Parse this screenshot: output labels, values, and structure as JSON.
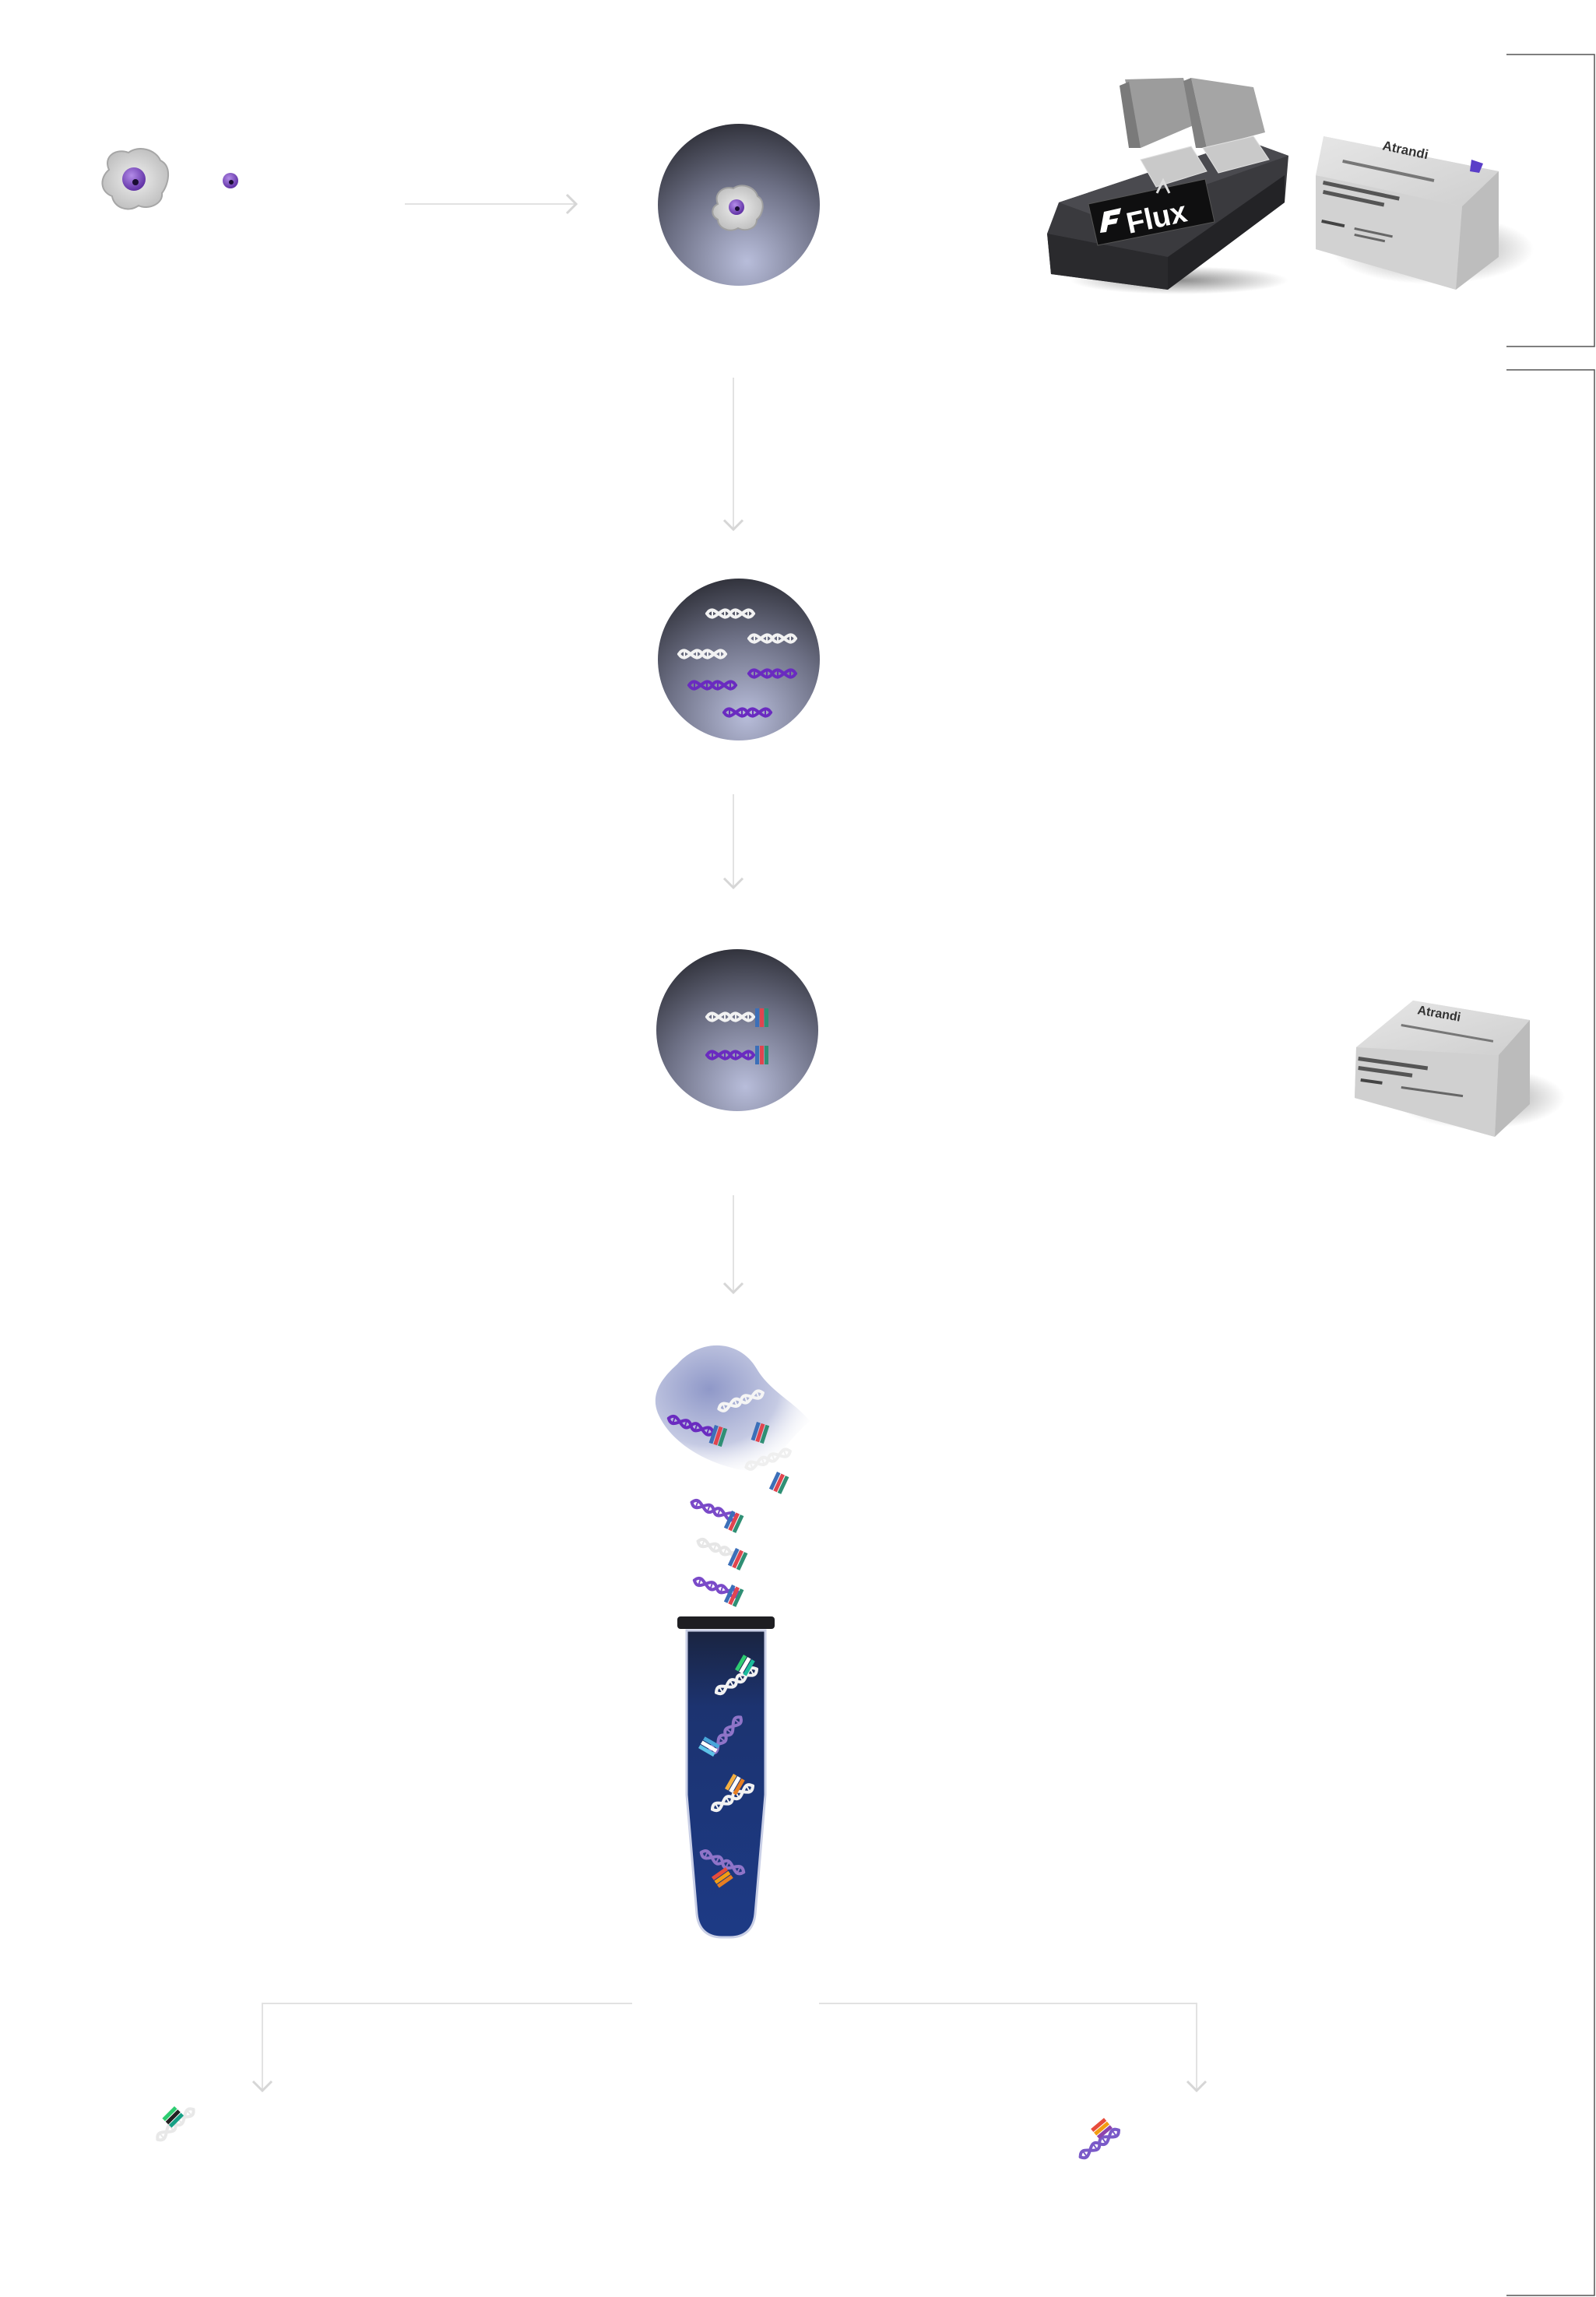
{
  "devices": {
    "flux_instrument": {
      "brand_text": "Flux"
    },
    "kit_box_1": {
      "brand": "Atrandi"
    },
    "kit_box_2": {
      "brand": "Atrandi"
    }
  },
  "colors": {
    "purple": "#6b2fb3",
    "tube_blue": "#1b3a7a",
    "arrow_gray": "#dddddd",
    "bracket_gray": "#555555"
  }
}
